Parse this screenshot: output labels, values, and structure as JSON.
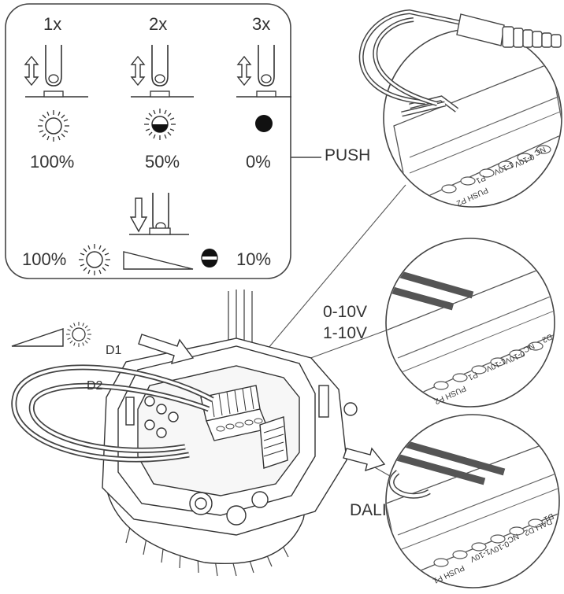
{
  "push_panel": {
    "press_counts": [
      "1x",
      "2x",
      "3x"
    ],
    "levels": [
      "100%",
      "50%",
      "0%"
    ],
    "long_press": {
      "start": "100%",
      "end": "10%"
    }
  },
  "callouts": {
    "push": "PUSH",
    "analog_a": "0-10V",
    "analog_b": "1-10V",
    "dali": "DALI"
  },
  "device": {
    "wire_1": "D1",
    "wire_2": "D2"
  },
  "terminals": {
    "push": [
      "PUSH P2",
      "P1",
      "1-10V",
      "0-10V",
      "NC"
    ],
    "analog": [
      "PUSH P2",
      "P1",
      "1-10V",
      "0-10V",
      "NC",
      "D2"
    ],
    "dali": [
      "PUSH P1",
      "1-10V",
      "0-10V",
      "NC",
      "DALI D2",
      "D1"
    ]
  }
}
